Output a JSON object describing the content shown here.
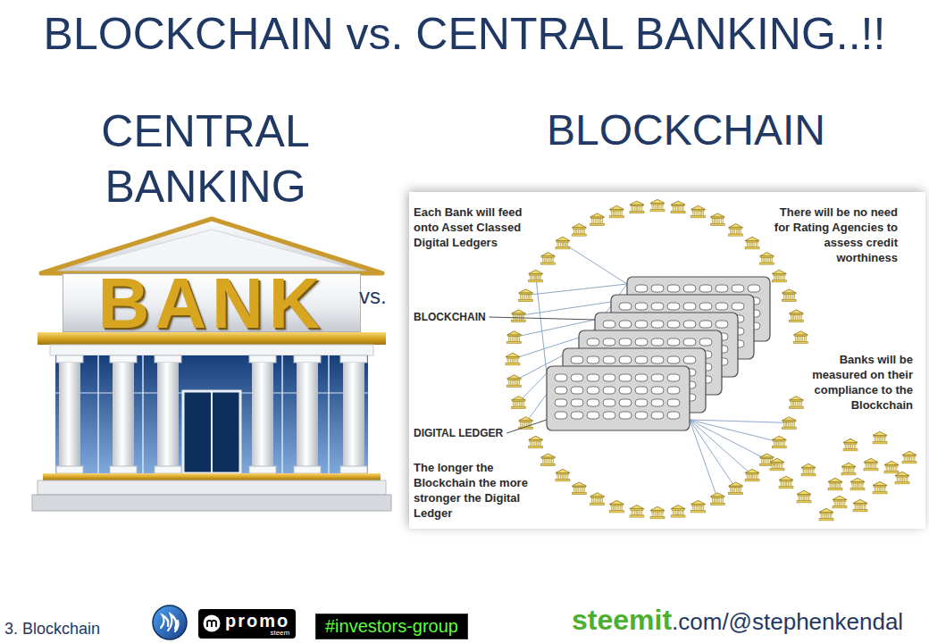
{
  "diagram": {
    "title": "BLOCKCHAIN vs. CENTRAL BANKING..!!",
    "nodes": [
      {
        "text": [
          "CENTRAL BANKING"
        ]
      },
      {
        "text": [
          "BANK"
        ],
        "in": 0
      },
      {
        "text": [
          "BLOCKCHAIN"
        ]
      },
      {
        "text": [
          "promo",
          "steem"
        ]
      },
      {
        "text": [
          "#investors-group"
        ]
      }
    ],
    "labels": [
      "vs.",
      "Each Bank will feed onto Asset Classed Digital Ledgers",
      "There will be no need for Rating Agencies to assess credit worthiness",
      "BLOCKCHAIN",
      "Banks will be measured on their compliance to the Blockchain",
      "DIGITAL LEDGER",
      "The longer the Blockchain the more stronger the Digital Ledger",
      "3. Blockchain",
      "steemit",
      ".com/@stephenkendal"
    ]
  }
}
